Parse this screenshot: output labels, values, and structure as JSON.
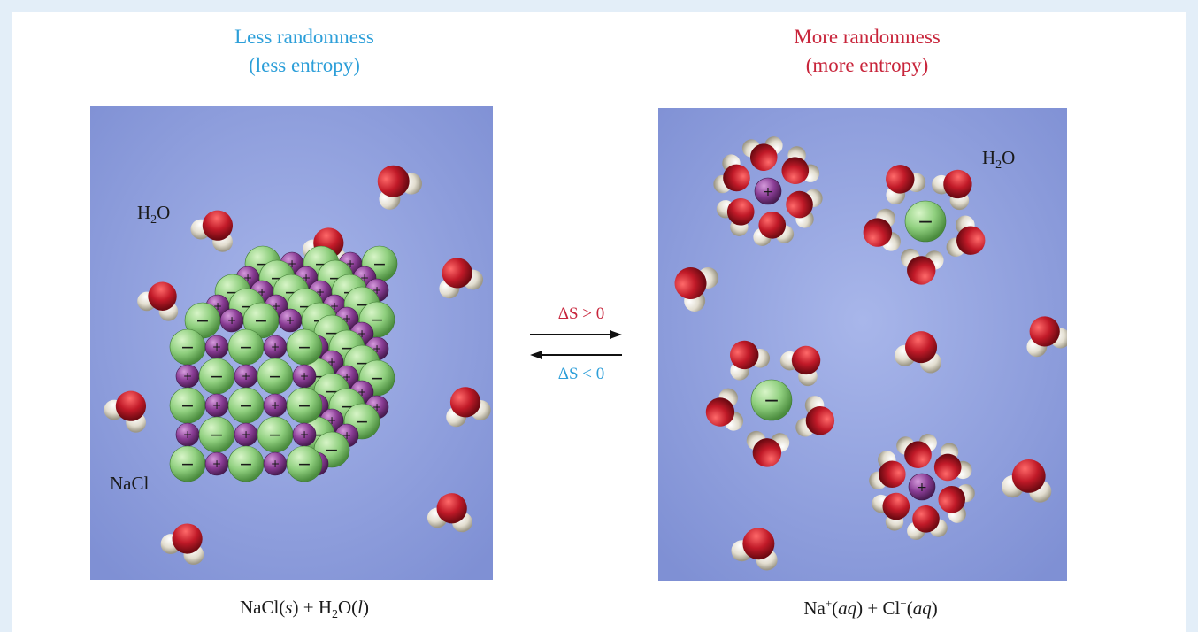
{
  "left": {
    "heading_line1": "Less randomness",
    "heading_line2": "(less entropy)",
    "h2o_label_main": "H",
    "h2o_label_sub": "2",
    "h2o_label_tail": "O",
    "nacl_label": "NaCl",
    "equation": {
      "p1": "NaCl(",
      "p1_italic": "s",
      "p2": ") + H",
      "p2_sub": "2",
      "p3": "O(",
      "p3_italic": "l",
      "p4": ")"
    }
  },
  "right": {
    "heading_line1": "More randomness",
    "heading_line2": "(more entropy)",
    "h2o_label_main": "H",
    "h2o_label_sub": "2",
    "h2o_label_tail": "O",
    "equation": {
      "p1": "Na",
      "p1_sup": "+",
      "p1_open": "(",
      "p1_italic": "aq",
      "p1_close": ") + Cl",
      "p2_sup": "−",
      "p2_open": "(",
      "p2_italic": "aq",
      "p2_close": ")"
    }
  },
  "arrows": {
    "forward_label": "ΔS > 0",
    "reverse_label": "ΔS < 0"
  },
  "colors": {
    "panel": "#8f9fdb",
    "water_oxygen": "#c01f2c",
    "water_hydrogen": "#ece8dc",
    "cation": "#8a3d95",
    "anion": "#8fcf7e",
    "heading_left": "#2d9fd9",
    "heading_right": "#c8253b"
  },
  "symbols": {
    "plus": "+",
    "minus": "−"
  }
}
